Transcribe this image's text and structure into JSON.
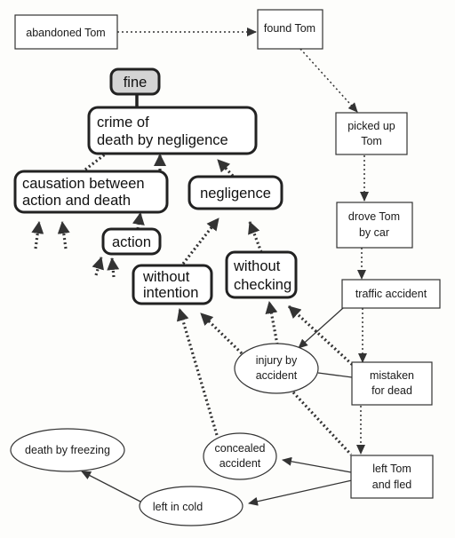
{
  "nodes": {
    "abandoned": "abandoned Tom",
    "found": "found Tom",
    "picked_1": "picked up",
    "picked_2": "Tom",
    "drove_1": "drove Tom",
    "drove_2": "by car",
    "traffic": "traffic accident",
    "mistaken_1": "mistaken",
    "mistaken_2": "for dead",
    "left_1": "left Tom",
    "left_2": "and fled",
    "injury_1": "injury by",
    "injury_2": "accident",
    "concealed_1": "concealed",
    "concealed_2": "accident",
    "freezing": "death by freezing",
    "cold": "left in cold",
    "fine": "fine",
    "crime_1": "crime of",
    "crime_2": "death by negligence",
    "causation_1": "causation between",
    "causation_2": "action and death",
    "negligence": "negligence",
    "action": "action",
    "intention_1": "without",
    "intention_2": "intention",
    "checking_1": "without",
    "checking_2": "checking"
  }
}
